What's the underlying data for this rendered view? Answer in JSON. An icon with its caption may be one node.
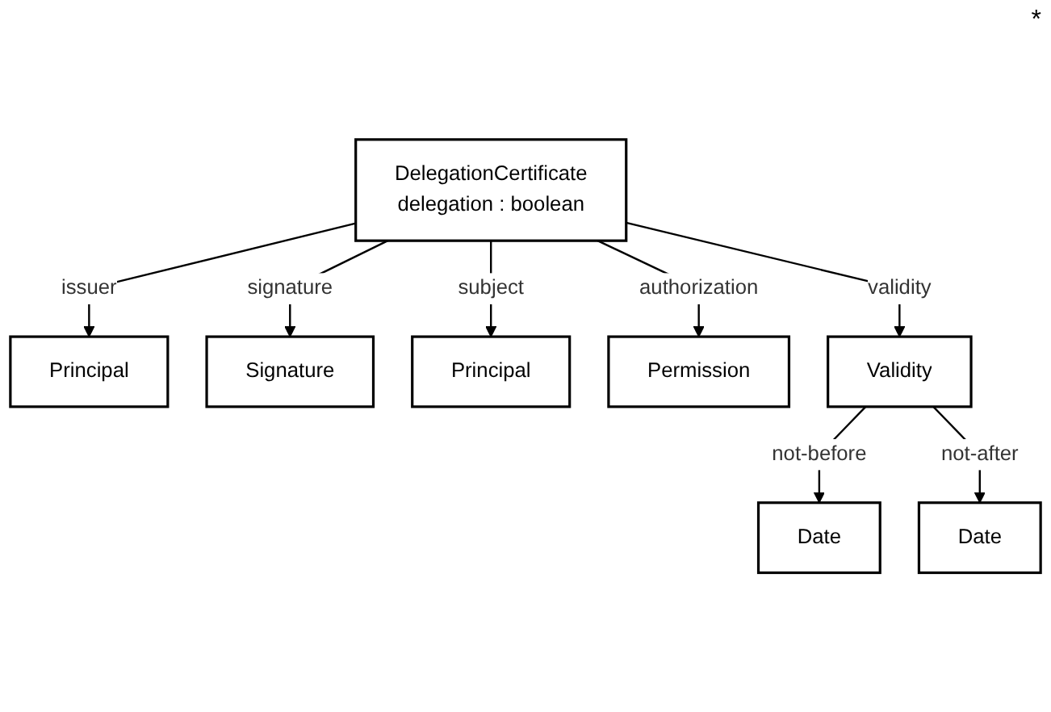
{
  "diagram": {
    "nodes": [
      {
        "text": [
          "DelegationCertificate",
          "delegation : boolean"
        ]
      },
      {
        "text": [
          "Principal"
        ]
      },
      {
        "text": [
          "Signature"
        ]
      },
      {
        "text": [
          "Principal"
        ]
      },
      {
        "text": [
          "Permission"
        ]
      },
      {
        "text": [
          "Validity"
        ]
      },
      {
        "text": [
          "Date"
        ]
      },
      {
        "text": [
          "Date"
        ]
      }
    ],
    "edges": [
      {
        "from": 0,
        "to": 1,
        "label": "issuer",
        "arrow": "to"
      },
      {
        "from": 0,
        "to": 2,
        "label": "signature",
        "arrow": "to"
      },
      {
        "from": 0,
        "to": 3,
        "label": "subject",
        "arrow": "to"
      },
      {
        "from": 0,
        "to": 4,
        "label": "authorization",
        "arrow": "to"
      },
      {
        "from": 0,
        "to": 5,
        "label": "validity",
        "arrow": "to"
      },
      {
        "from": 5,
        "to": 6,
        "label": "not-before",
        "arrow": "to"
      },
      {
        "from": 5,
        "to": 7,
        "label": "not-after",
        "arrow": "to"
      }
    ],
    "labels": [
      "*"
    ]
  }
}
